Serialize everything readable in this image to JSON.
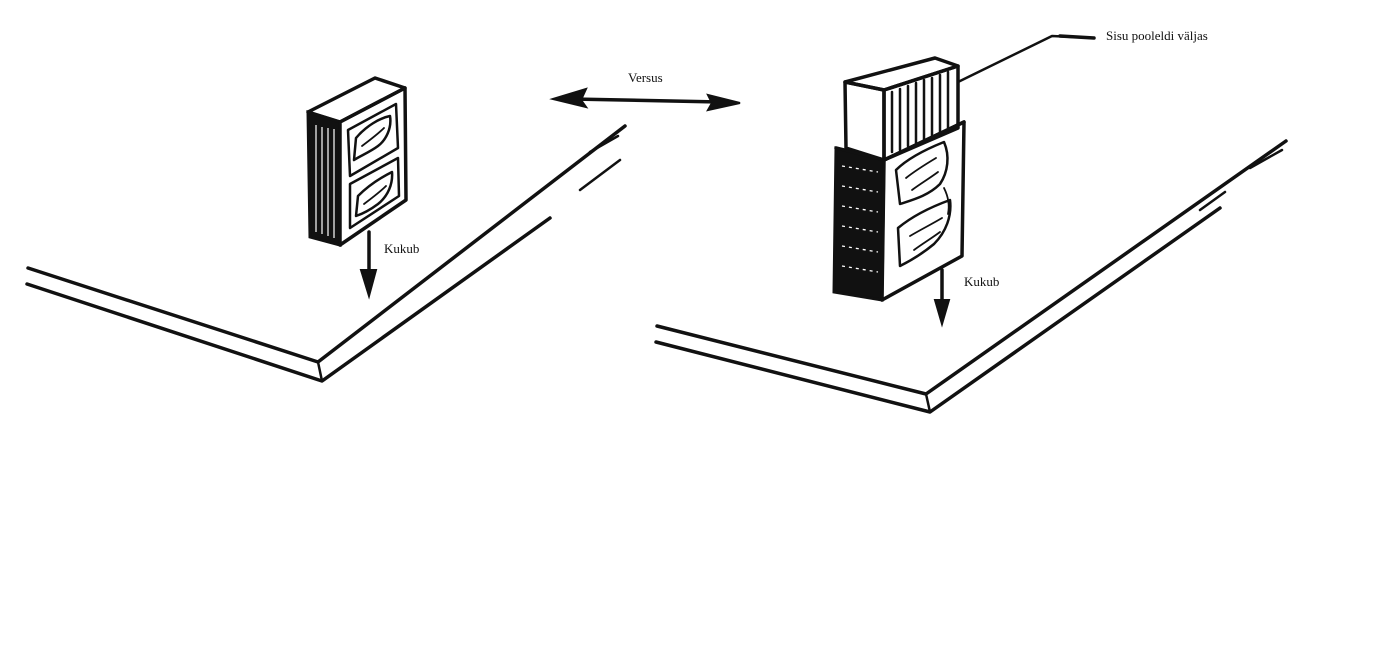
{
  "labels": {
    "versus": "Versus",
    "fall_left": "Kukub",
    "fall_right": "Kukub",
    "contents_half_out": "Sisu pooleldi väljas"
  },
  "colors": {
    "ink": "#111111",
    "background": "#ffffff"
  }
}
